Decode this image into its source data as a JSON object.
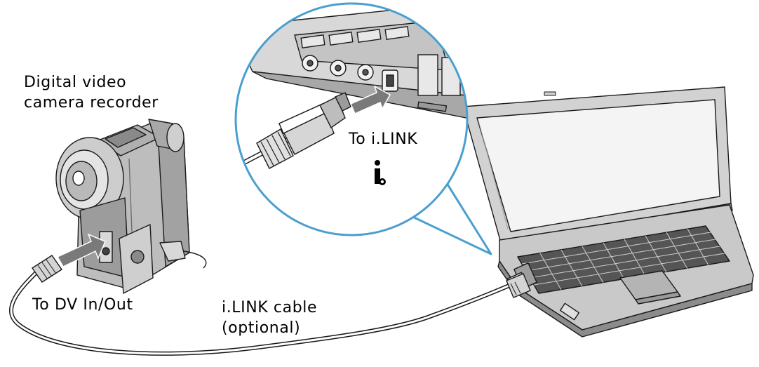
{
  "labels": {
    "camera_line1": "Digital video",
    "camera_line2": "camera recorder",
    "to_ilink": "To i.LINK",
    "to_dv": "To DV In/Out",
    "cable_line1": "i.LINK cable",
    "cable_line2": "(optional)"
  },
  "icons": [
    "camcorder-icon",
    "laptop-icon",
    "ilink-logo-icon",
    "connector-arrow-icon"
  ],
  "colors": {
    "callout_outline": "#4a9fd0",
    "device_body": "#bcbcbc",
    "arrow": "#7a7a7a",
    "text": "#000000"
  }
}
